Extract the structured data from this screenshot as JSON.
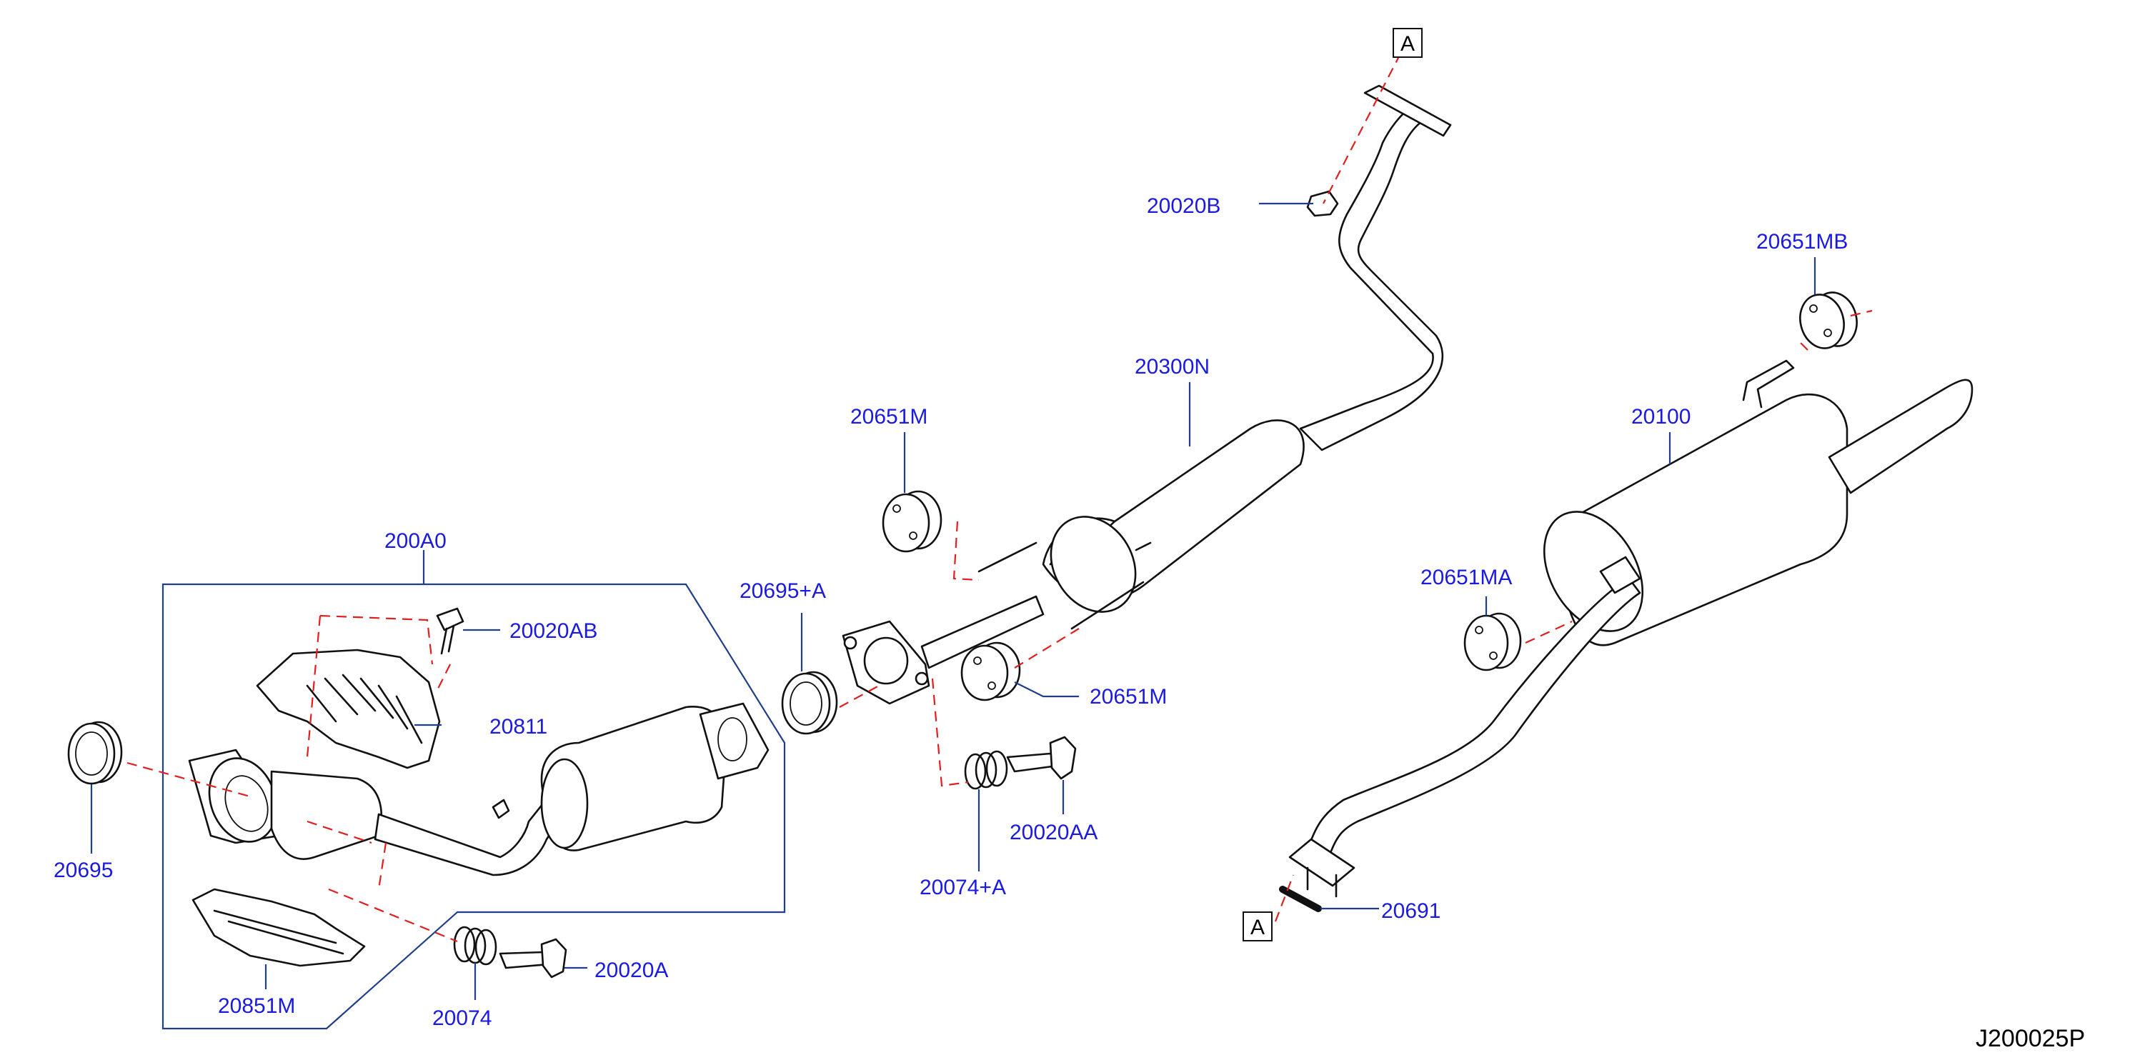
{
  "diagram_code": "J200025P",
  "reference_marker": "A",
  "colors": {
    "label": "#1a1ae0",
    "leader": "#1f3f8c",
    "dash": "#e02020",
    "line": "#111111"
  },
  "parts": {
    "p20020B": "20020B",
    "p20651MB": "20651MB",
    "p20300N": "20300N",
    "p20651M_top": "20651M",
    "p20100": "20100",
    "p200A0": "200A0",
    "p20695A": "20695+A",
    "p20020AB": "20020AB",
    "p20651MA": "20651MA",
    "p20811": "20811",
    "p20651M_mid": "20651M",
    "p20695": "20695",
    "p20020AA": "20020AA",
    "p20074A": "20074+A",
    "p20691": "20691",
    "p20020A": "20020A",
    "p20851M": "20851M",
    "p20074": "20074"
  }
}
